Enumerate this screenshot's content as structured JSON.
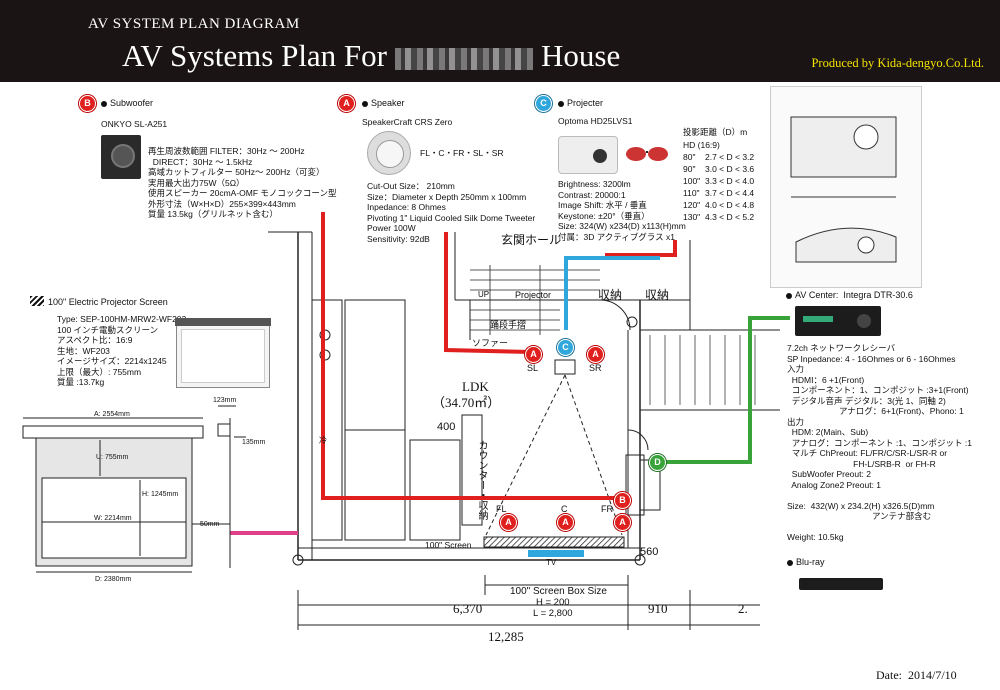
{
  "header": {
    "subtitle": "AV SYSTEM PLAN DIAGRAM",
    "title_prefix": "AV Systems Plan For",
    "title_suffix": "House",
    "produced_by": "Produced by Kida-dengyo.Co.Ltd."
  },
  "subwoofer": {
    "badge": "B",
    "heading": "Subwoofer",
    "model": "ONKYO SL-A251",
    "specs": "再生周波数範囲 FILTER：30Hz ～ 200Hz\n  DIRECT：30Hz ～ 1.5kHz\n高域カットフィルター 50Hz～ 200Hz（可変）\n実用最大出力75W（5Ω）\n使用スピーカー 20cmA-OMF モノコックコーン型\n外形寸法（W×H×D）255×399×443mm\n質量 13.5kg（グリルネット含む）"
  },
  "speaker": {
    "badge": "A",
    "heading": "Speaker",
    "model": "SpeakerCraft CRS Zero",
    "channels": "FL・C・FR・SL・SR",
    "specs": "Cut-Out Size： 210mm\nSize：Diameter x Depth 250mm x 100mm\nInpedance: 8 Ohmes\nPivoting 1\" Liquid Cooled Silk Dome Tweeter\nPower 100W\nSensitivity: 92dB"
  },
  "projector": {
    "badge": "C",
    "heading": "Projecter",
    "model": "Optoma HD25LVS1",
    "specs": "Brightness: 3200lm\nContrast: 20000:1\nImage Shift: 水平 / 垂直\nKeystone: ±20°（垂直）\nSize: 324(W) x234(D) x113(H)mm\n付属：3D アクティブグラス x1",
    "throw_title": "投影距離（D）m",
    "throw_sub": "HD (16:9)",
    "throw_rows": [
      {
        "size": "80\"",
        "range": "2.7 < D < 3.2"
      },
      {
        "size": "90\"",
        "range": "3.0 < D < 3.6"
      },
      {
        "size": "100\"",
        "range": "3.3 < D < 4.0"
      },
      {
        "size": "110\"",
        "range": "3.7 < D < 4.4"
      },
      {
        "size": "120\"",
        "range": "4.0 < D < 4.8"
      },
      {
        "size": "130\"",
        "range": "4.3 < D < 5.2"
      }
    ]
  },
  "screen": {
    "heading": "100\" Electric Projector Screen",
    "specs": "Type: SEP-100HM-MRW2-WF203\n100 インチ電動スクリーン\nアスペクト比：16:9\n生地：WF203\nイメージサイズ：2214x1245\n上限（最大）: 755mm\n質量 :13.7kg",
    "dim_a": "A: 2554mm",
    "dim_u": "U: 755mm",
    "dim_h": "H: 1245mm",
    "dim_w": "W: 2214mm",
    "dim_d": "D: 2380mm",
    "dim_123": "123mm",
    "dim_135": "135mm",
    "dim_50": "50mm"
  },
  "av_center": {
    "badge": "D",
    "heading": "AV Center:  Integra DTR-30.6",
    "specs": "7.2ch ネットワークレシーバ\nSP Inpedance: 4 - 16Ohmes or 6 - 16Ohmes\n入力\n  HDMI：6 +1(Front)\n  コンポーネント：1、コンポジット :3+1(Front)\n  デジタル音声 デジタル：3(光 1、同軸 2)\n                      アナログ：6+1(Front)、Phono: 1\n出力\n  HDM: 2(Main、Sub)\n  アナログ：コンポーネント :1、コンポジット :1\n  マルチ ChPreout: FL/FR/C/SR-L/SR-R or\n                            FH-L/SRB-R  or FH-R\n  SubWoofer Preout: 2\n  Analog Zone2 Preout: 1\n\nSize:  432(W) x 234.2(H) x326.5(D)mm\n                                    アンテナ部含む\n\nWeight: 10.5kg"
  },
  "bluray": {
    "heading": "Blu-ray"
  },
  "plan": {
    "hall": "玄関ホール",
    "up": "UP",
    "projector_label": "Projector",
    "storage1": "収納",
    "storage2": "収納",
    "stair": "踊段手摺",
    "sofa": "ソファー",
    "ldk": "LDK",
    "area": "（34.70㎡）",
    "counter": "カウンター・収納",
    "dim400": "400",
    "sl": "SL",
    "sr": "SR",
    "fl": "FL",
    "c": "C",
    "fr": "FR",
    "screen_label": "100\" Screen",
    "tv": "TV",
    "dim560": "560",
    "box_title": "100\" Screen Box Size",
    "box_h": "H = 200",
    "box_l": "L = 2,800",
    "dim_6370": "6,370",
    "dim_910": "910",
    "dim_2": "2.",
    "dim_12285": "12,285",
    "mark_sq": "冷"
  },
  "date": "Date:  2014/7/10",
  "colors": {
    "speaker_line": "#e0201e",
    "projector_line": "#2fa7dc",
    "av_line": "#37a338",
    "screen_line": "#e0408a",
    "header_bg": "#1a1414",
    "produced": "#f3e200"
  }
}
